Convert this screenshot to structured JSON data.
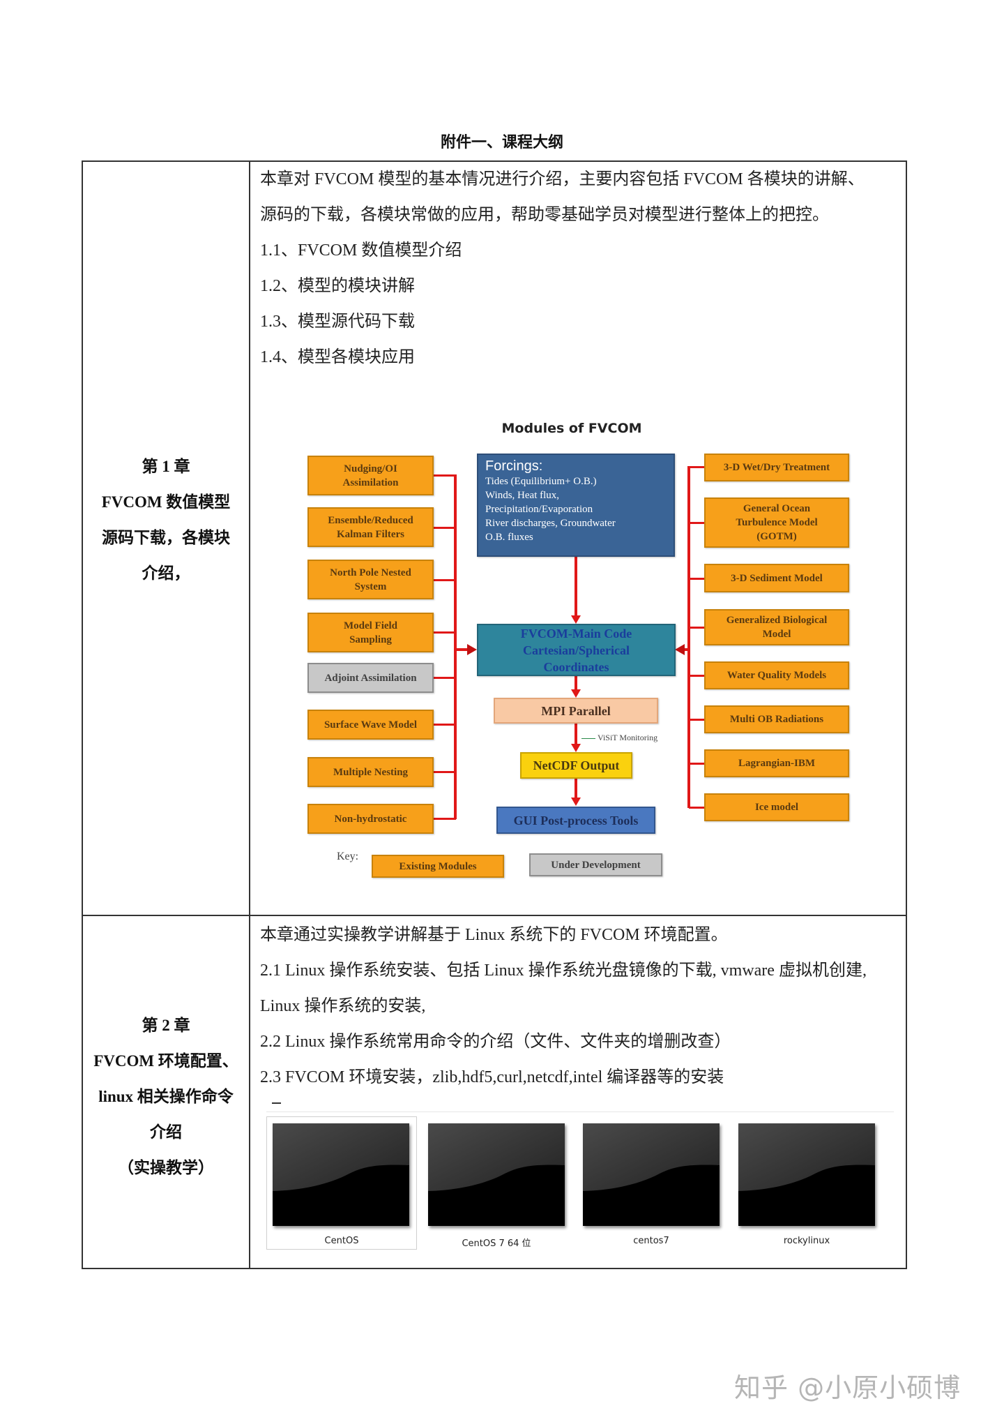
{
  "document": {
    "title": "附件一、课程大纲"
  },
  "chapter1": {
    "left": [
      "第 1 章",
      "FVCOM 数值模型",
      "源码下载，各模块",
      "介绍，"
    ],
    "intro_lines": [
      "本章对 FVCOM 模型的基本情况进行介绍，主要内容包括 FVCOM 各模块的讲解、",
      "源码的下载，各模块常做的应用，帮助零基础学员对模型进行整体上的把控。"
    ],
    "items": [
      "1.1、FVCOM 数值模型介绍",
      "1.2、模型的模块讲解",
      "1.3、模型源代码下载",
      "1.4、模型各模块应用"
    ]
  },
  "diagram": {
    "title": "Modules of FVCOM",
    "forcings": {
      "heading": "Forcings:",
      "lines": [
        "Tides (Equilibrium+ O.B.)",
        "Winds, Heat flux,",
        "Precipitation/Evaporation",
        "River discharges, Groundwater",
        "O.B. fluxes"
      ]
    },
    "main_code": [
      "FVCOM-Main Code",
      "Cartesian/Spherical",
      "Coordinates"
    ],
    "mpi": "MPI Parallel",
    "visit": "ViSiT Monitoring",
    "netcdf": "NetCDF Output",
    "gui": "GUI Post-process Tools",
    "left_modules": [
      {
        "label": "Nudging/OI\nAssimilation",
        "status": "existing"
      },
      {
        "label": "Ensemble/Reduced\nKalman Filters",
        "status": "existing"
      },
      {
        "label": "North Pole Nested\nSystem",
        "status": "existing"
      },
      {
        "label": "Model Field\nSampling",
        "status": "existing"
      },
      {
        "label": "Adjoint Assimilation",
        "status": "under_development"
      },
      {
        "label": "Surface Wave Model",
        "status": "existing"
      },
      {
        "label": "Multiple Nesting",
        "status": "existing"
      },
      {
        "label": "Non-hydrostatic",
        "status": "existing"
      }
    ],
    "right_modules": [
      {
        "label": "3-D Wet/Dry Treatment",
        "status": "existing"
      },
      {
        "label": "General Ocean\nTurbulence Model\n(GOTM)",
        "status": "existing"
      },
      {
        "label": "3-D Sediment Model",
        "status": "existing"
      },
      {
        "label": "Generalized Biological\nModel",
        "status": "existing"
      },
      {
        "label": "Water Quality Models",
        "status": "existing"
      },
      {
        "label": "Multi OB Radiations",
        "status": "existing"
      },
      {
        "label": "Lagrangian-IBM",
        "status": "existing"
      },
      {
        "label": "Ice model",
        "status": "existing"
      }
    ],
    "key": {
      "label": "Key:",
      "existing": "Existing Modules",
      "under_development": "Under Development"
    },
    "colors": {
      "existing": "#f7a01a",
      "under_development": "#c8c8c8",
      "forcings": "#3a6496",
      "main_code": "#2e859c",
      "mpi": "#f9c9a4",
      "netcdf": "#fad10e",
      "gui": "#4a78c0",
      "connector": "#e01818"
    }
  },
  "chapter2": {
    "left": [
      "第 2 章",
      "FVCOM 环境配置、",
      "linux 相关操作命令",
      "介绍",
      "（实操教学）"
    ],
    "lines": [
      "本章通过实操教学讲解基于 Linux 系统下的 FVCOM 环境配置。",
      "2.1 Linux 操作系统安装、包括 Linux 操作系统光盘镜像的下载, vmware 虚拟机创建,",
      "Linux 操作系统的安装,",
      "2.2 Linux 操作系统常用命令的介绍（文件、文件夹的增删改查）",
      "2.3 FVCOM 环境安装，zlib,hdf5,curl,netcdf,intel 编译器等的安装"
    ],
    "thumbnails": [
      {
        "label": "CentOS",
        "selected": true
      },
      {
        "label": "CentOS 7 64 位",
        "selected": false
      },
      {
        "label": "centos7",
        "selected": false
      },
      {
        "label": "rockylinux",
        "selected": false
      }
    ]
  },
  "watermark": "知乎 @小原小硕博"
}
